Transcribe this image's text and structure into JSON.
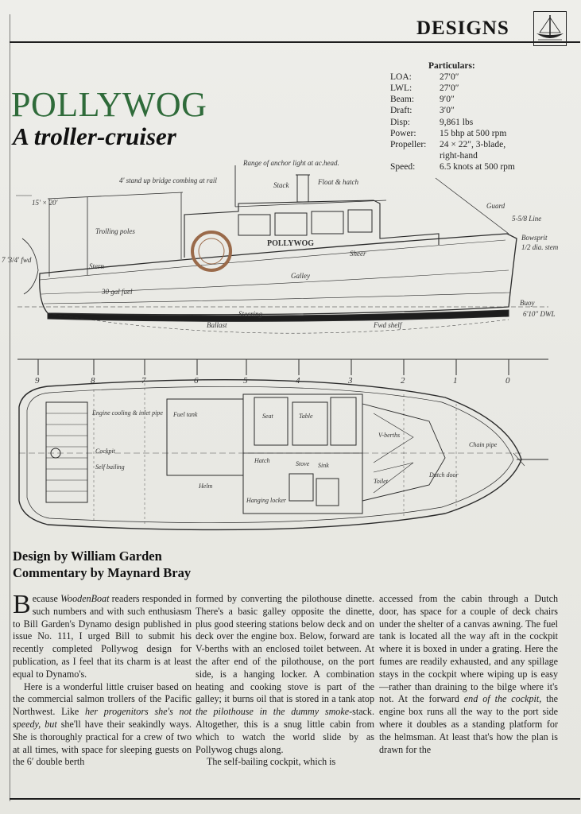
{
  "header": {
    "section": "DESIGNS"
  },
  "title": "POLLYWOG",
  "subtitle": "A troller-cruiser",
  "particulars": {
    "heading": "Particulars:",
    "rows": [
      {
        "label": "LOA:",
        "value": "27′0″"
      },
      {
        "label": "LWL:",
        "value": "27′0″"
      },
      {
        "label": "Beam:",
        "value": "9′0″"
      },
      {
        "label": "Draft:",
        "value": "3′0″"
      },
      {
        "label": "Disp:",
        "value": "9,861 lbs"
      },
      {
        "label": "Power:",
        "value": "15 bhp at 500 rpm"
      },
      {
        "label": "Propeller:",
        "value": "24 × 22″, 3-blade, right-hand"
      },
      {
        "label": "Speed:",
        "value": "6.5 knots at 500 rpm"
      }
    ]
  },
  "drawing": {
    "boat_name": "POLLYWOG",
    "profile_notes": [
      "Range of anchor light at ac.head.",
      "4' stand up bridge combing at rail",
      "Trolling poles",
      "15' × 20'",
      "Stack",
      "Float & hatch",
      "Guard",
      "5-5/8 Line",
      "Bowsprit",
      "1/2 dia. stem",
      "6'10\" DWL",
      "Buoy",
      "Galley",
      "30 gal fuel",
      "Ballast",
      "Steering",
      "7 '3/4' fwd",
      "Stern",
      "Fwd shelf",
      "Sheer"
    ],
    "station_numbers": [
      "9",
      "8",
      "7",
      "6",
      "5",
      "4",
      "3",
      "2",
      "1",
      "0"
    ],
    "plan_notes": [
      "Engine cooling & inlet pipe",
      "Fuel tank",
      "Seat",
      "Table",
      "Stove",
      "Hatch",
      "V-berths",
      "Toilet",
      "Chain pipe",
      "Helm",
      "Cockpit",
      "Self bailing",
      "Hanging locker",
      "Sink",
      "Dutch door"
    ]
  },
  "credits": {
    "line1": "Design by William Garden",
    "line2": "Commentary by Maynard Bray"
  },
  "body": {
    "col1": {
      "p1_dropcap": "B",
      "p1_a": "ecause ",
      "p1_b": "WoodenBoat",
      "p1_c": " readers responded in such numbers and with such enthusiasm to Bill Garden's Dynamo design published in issue No. 111, I urged Bill to submit his recently completed Pollywog design for publication, as I feel that its charm is at least equal to Dynamo's.",
      "p2_a": "Here is a wonderful little cruiser based on the commercial salmon trollers of the Pacific Northwest. Like ",
      "p2_b": "her progenitors she's not speedy, but",
      "p2_c": " she'll have their seakindly ways. She is thoroughly practical for a crew of two at all times, with space for sleeping guests on the 6′ double berth"
    },
    "col2": {
      "p1_a": "formed by converting the pilothouse dinette. There's a basic galley opposite the dinette, plus good steering stations below deck and on deck over the engine box. Below, forward are V-berths with an enclosed toilet between. At the after end of the pilothouse, on the port side, is a hanging locker. A combination heating and cooking stove is part of the galley; it burns oil that is stored in a tank atop ",
      "p1_b": "the pilothouse in the dummy smoke-",
      "p1_c": "stack. Altogether, this is a snug little cabin from which to watch the world slide by as Pollywog chugs along.",
      "p2": "The self-bailing cockpit, which is"
    },
    "col3": {
      "p1_a": "accessed from the cabin through a Dutch door, has space for a couple of deck chairs under the shelter of a canvas awning. The fuel tank is located all the way aft in the cockpit where it is boxed in under a grating. Here the fumes are readily exhausted, and any spillage stays in the cockpit where wiping up is easy—rather than draining to the bilge where it's not. At the forward ",
      "p1_b": "end of the cockpit,",
      "p1_c": " the engine box runs all the way to the port side where it doubles as a standing platform for the helmsman. At least that's how the plan is drawn for the"
    }
  },
  "colors": {
    "title_green": "#2f6b3a",
    "paper": "#ebebe6",
    "ink": "#1b1b1b"
  }
}
